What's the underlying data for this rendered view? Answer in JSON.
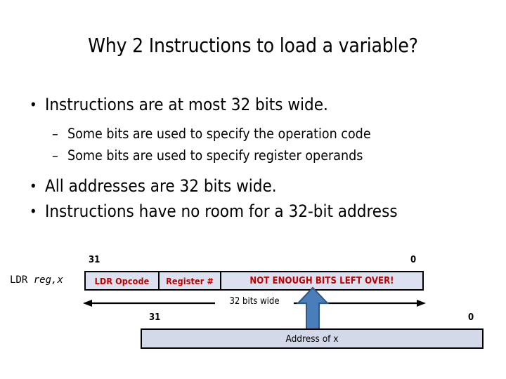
{
  "slide": {
    "title": "Why 2 Instructions to load a variable?",
    "bullets": [
      {
        "level": 1,
        "marker": "•",
        "text": "Instructions are at most 32 bits wide."
      },
      {
        "level": 2,
        "marker": "–",
        "text": "Some bits are used to specify the operation code"
      },
      {
        "level": 2,
        "marker": "–",
        "text": "Some bits are used to specify register operands"
      },
      {
        "level": 1,
        "marker": "•",
        "text": "All addresses are 32 bits wide."
      },
      {
        "level": 1,
        "marker": "•",
        "text": "Instructions have no room for a 32-bit address"
      }
    ]
  },
  "diagram": {
    "instruction": {
      "caption_op": "LDR",
      "caption_arg": "reg,x",
      "msb_label": "31",
      "lsb_label": "0",
      "fields": [
        {
          "name": "opcode",
          "label": "LDR Opcode"
        },
        {
          "name": "register",
          "label": "Register #"
        },
        {
          "name": "not-enough",
          "label": "NOT ENOUGH BITS LEFT OVER!"
        }
      ],
      "field_text_color": "#c00000",
      "fill_color": "#dbe1ef",
      "border_color": "#000000"
    },
    "measure": {
      "label": "32 bits wide"
    },
    "address": {
      "msb_label": "31",
      "lsb_label": "0",
      "label": "Address of x",
      "fill_color": "#d3d9e8",
      "border_color": "#000000"
    },
    "pointer_arrow": {
      "name": "up-arrow",
      "fill_color": "#4a7ebb",
      "stroke_color": "#2e5984"
    }
  }
}
